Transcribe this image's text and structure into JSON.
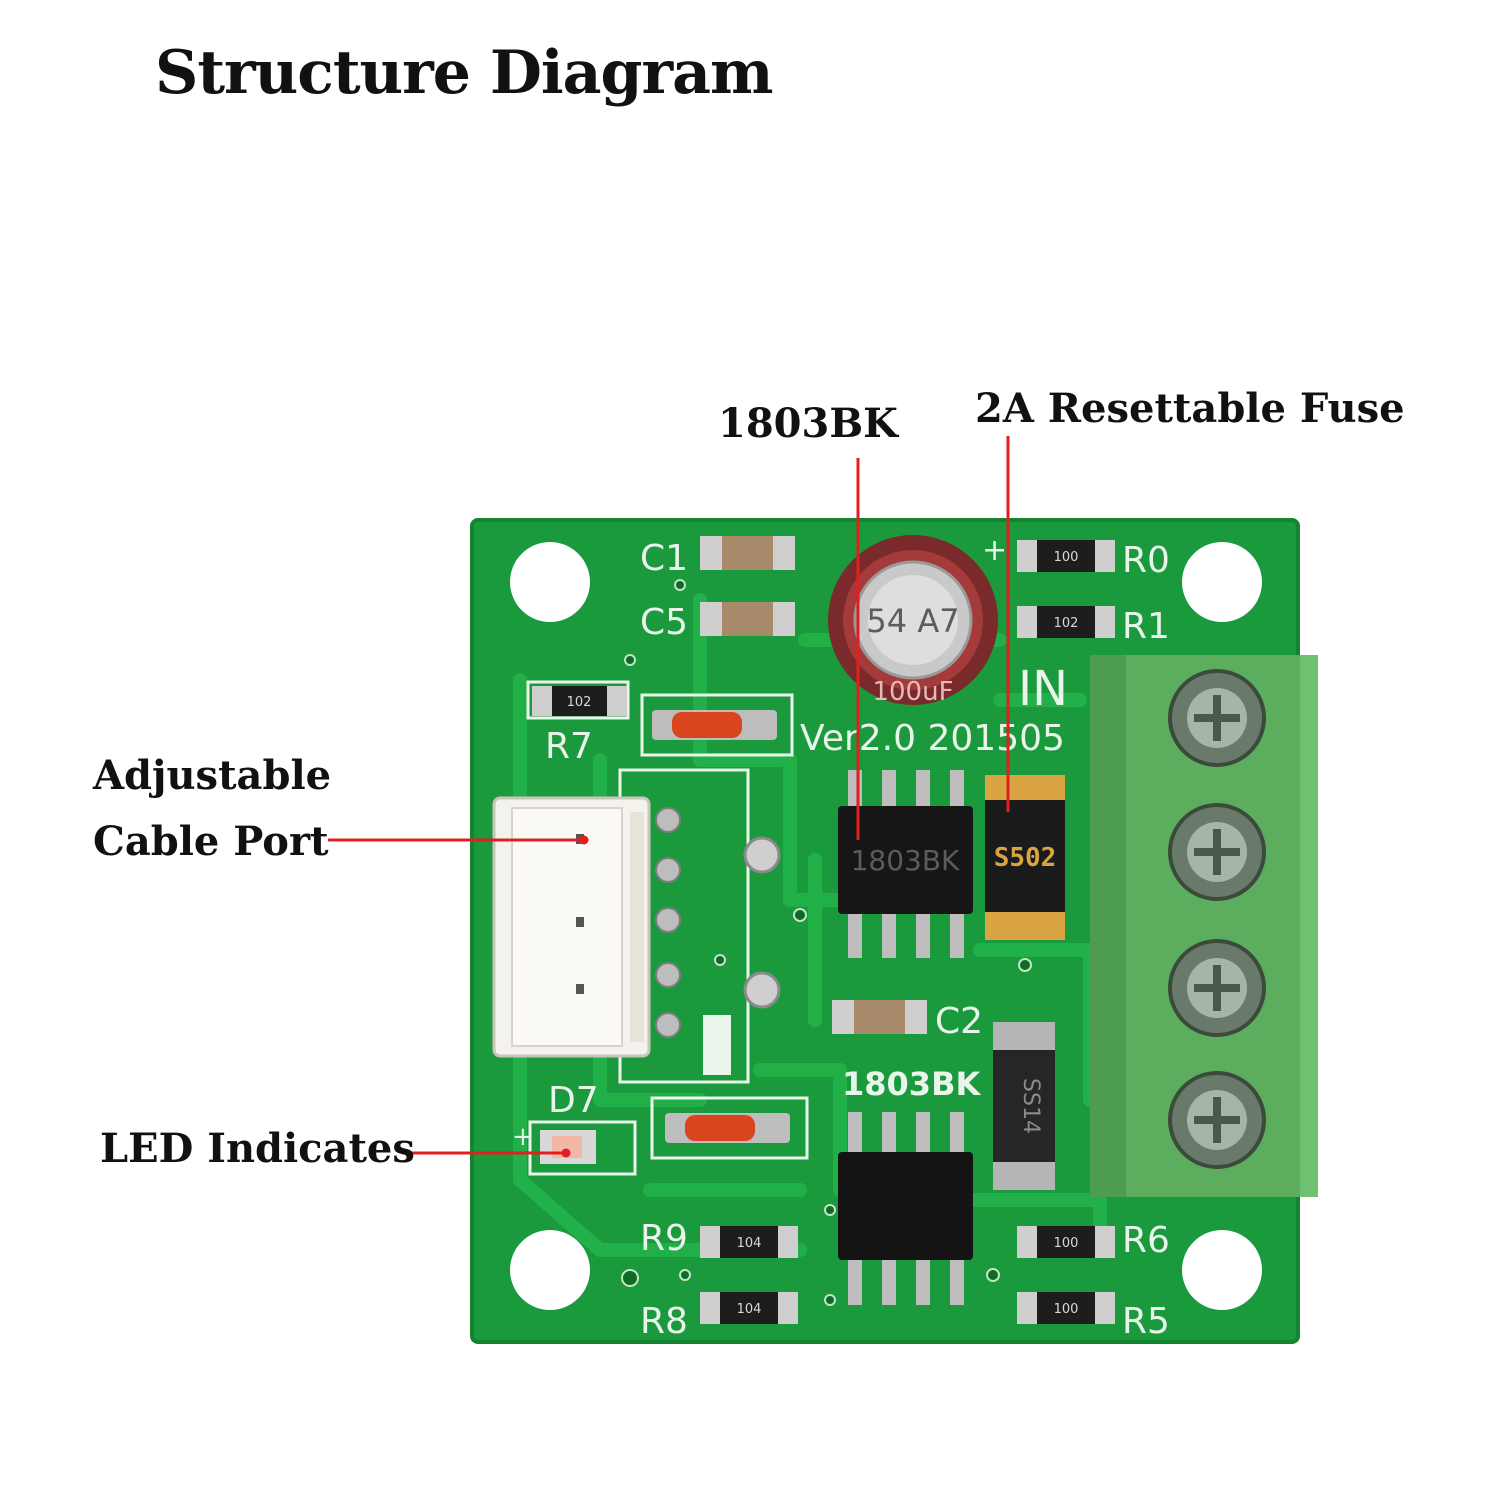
{
  "title": "Structure Diagram",
  "callouts": {
    "ic": "1803BK",
    "fuse": "2A Resettable Fuse",
    "port_line1": "Adjustable",
    "port_line2": "Cable Port",
    "led": "LED Indicates"
  },
  "board": {
    "version": "Ver2.0 201505",
    "in_label": "IN",
    "ic_top": "1803BK",
    "ic_silk": "1803BK",
    "fuse_marking": "S502",
    "cap_marking": "54 A7",
    "cap_value": "100uF",
    "diode_marking": "SS14",
    "plus": "+",
    "labels": {
      "c1": "C1",
      "c5": "C5",
      "c2": "C2",
      "r0": "R0",
      "r1": "R1",
      "r5": "R5",
      "r6": "R6",
      "r7": "R7",
      "r8": "R8",
      "r9": "R9",
      "d7": "D7"
    },
    "resistor_codes": {
      "r0": "100",
      "r1": "102",
      "r7": "102",
      "r9": "104",
      "r8": "104",
      "r6": "100",
      "r5": "100"
    }
  },
  "colors": {
    "pcb": "#1a9a3c",
    "terminal": "#5cae5e",
    "leader": "#e02020"
  }
}
